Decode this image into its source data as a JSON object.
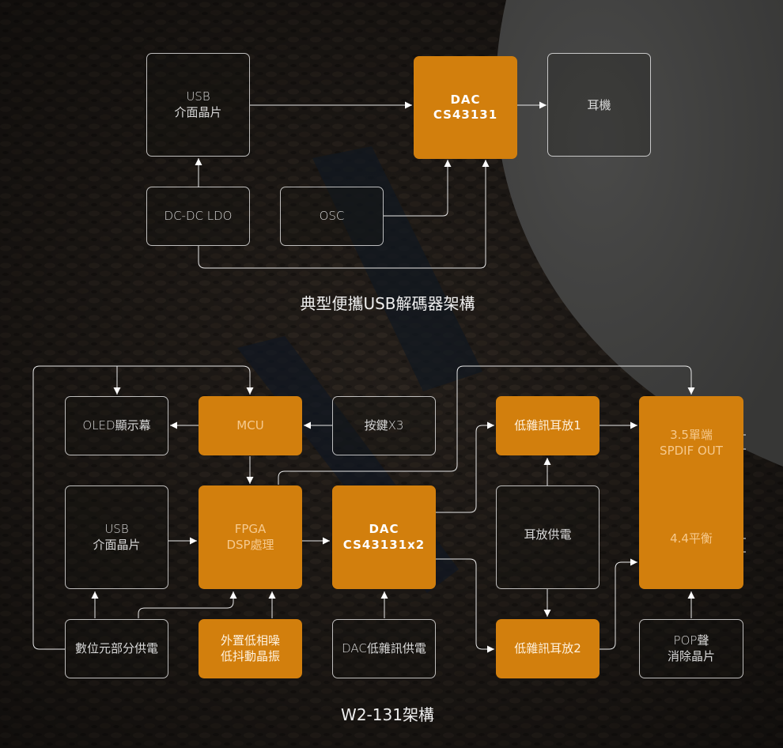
{
  "diagram_top": {
    "usb_chip": [
      "USB",
      "介面晶片"
    ],
    "dac": [
      "DAC",
      "CS43131"
    ],
    "headphone": "耳機",
    "dcdc_ldo": "DC-DC LDO",
    "osc": "OSC",
    "caption": "典型便攜USB解碼器架構"
  },
  "diagram_bottom": {
    "oled": "OLED顯示幕",
    "mcu": "MCU",
    "buttons": "按鍵X3",
    "low_noise_amp1": "低雜訊耳放1",
    "output_block": [
      "3.5單端",
      "SPDIF OUT",
      "4.4平衡"
    ],
    "usb_chip": [
      "USB",
      "介面晶片"
    ],
    "fpga": [
      "FPGA",
      "DSP處理"
    ],
    "dac": [
      "DAC",
      "CS43131x2"
    ],
    "amp_power": "耳放供電",
    "digital_power": "數位元部分供電",
    "oscillator": [
      "外置低相噪",
      "低抖動晶振"
    ],
    "dac_power": "DAC低雜訊供電",
    "low_noise_amp2": "低雜訊耳放2",
    "pop_chip": [
      "POP聲",
      "消除晶片"
    ],
    "caption": "W2-131架構"
  },
  "colors": {
    "accent": "#d27f0d",
    "line": "#ffffff",
    "text": "#d9d9d9"
  }
}
